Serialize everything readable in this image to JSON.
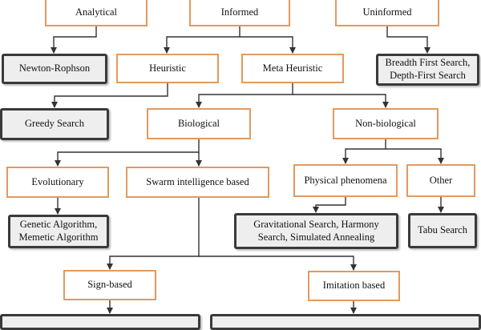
{
  "colors": {
    "category_border": "#e39a5c",
    "algorithm_border": "#3a3a3a",
    "algorithm_fill": "#eeeeee",
    "connector": "#333333"
  },
  "nodes": {
    "analytical": "Analytical",
    "informed": "Informed",
    "uninformed": "Uninformed",
    "newton_raphson": "Newton-Rophson",
    "heuristic": "Heuristic",
    "meta_heuristic": "Meta Heuristic",
    "breadth_depth": "Breadth First Search,\nDepth-First Search",
    "greedy_search": "Greedy Search",
    "biological": "Biological",
    "non_biological": "Non-biological",
    "evolutionary": "Evolutionary",
    "swarm": "Swarm intelligence based",
    "physical": "Physical phenomena",
    "other": "Other",
    "genetic_memetic": "Genetic Algorithm,\nMemetic Algorithm",
    "grav_harmony_sa": "Gravitational Search, Harmony\nSearch, Simulated Annealing",
    "tabu": "Tabu Search",
    "sign_based": "Sign-based",
    "imitation_based": "Imitation based"
  }
}
